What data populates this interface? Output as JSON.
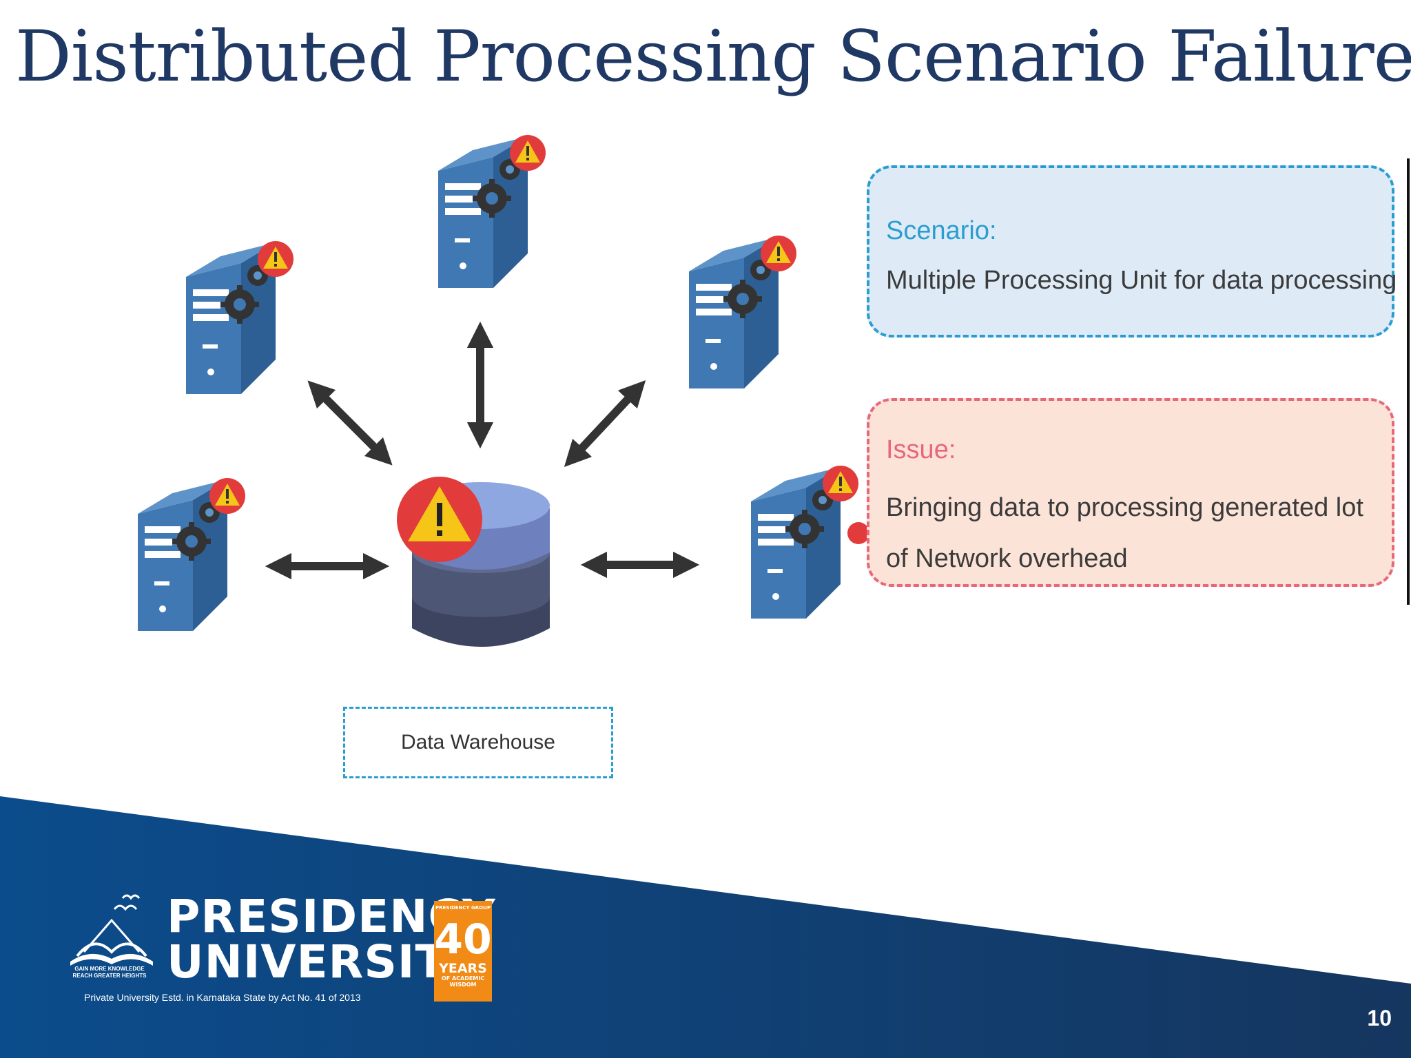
{
  "slide": {
    "title": "Distributed Processing Scenario Failure",
    "page_number": "10"
  },
  "diagram": {
    "center_node": "database-warning-icon",
    "nodes": [
      "server-warning-icon",
      "server-warning-icon",
      "server-warning-icon",
      "server-warning-icon",
      "server-warning-icon"
    ],
    "data_warehouse_label": "Data Warehouse"
  },
  "scenario": {
    "heading": "Scenario:",
    "text": "Multiple Processing Unit for data processing"
  },
  "issue": {
    "heading": "Issue:",
    "text": "Bringing data to processing generated lot of Network overhead"
  },
  "footer": {
    "university_line1": "PRESIDENCY",
    "university_line2": "UNIVERSITY",
    "established": "Private University Estd. in Karnataka State by Act No. 41 of 2013",
    "motto": "GAIN MORE KNOWLEDGE REACH GREATER HEIGHTS",
    "badge_top": "PRESIDENCY GROUP",
    "badge_number": "40",
    "badge_years": "YEARS",
    "badge_sub": "OF ACADEMIC WISDOM",
    "colors": {
      "band_start": "#0b4c8c",
      "band_end": "#15365f",
      "badge": "#f28a16"
    }
  },
  "colors": {
    "title": "#1f3864",
    "server": "#3f78b3",
    "arrow": "#333333",
    "warning_red": "#e23b3b",
    "warning_yellow": "#f5c518"
  }
}
